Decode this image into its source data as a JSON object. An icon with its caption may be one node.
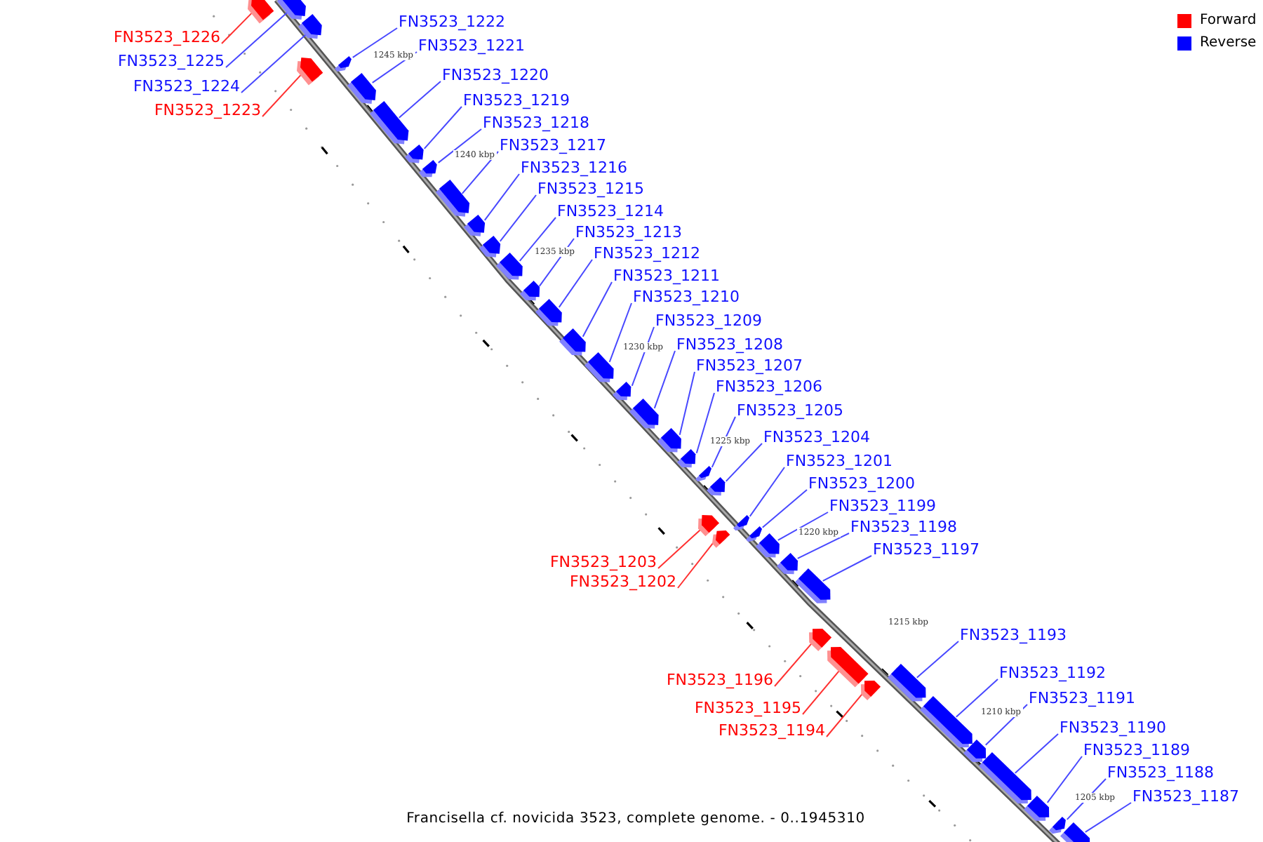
{
  "diagram": {
    "caption": "Francisella cf. novicida 3523, complete genome. - 0..1945310",
    "nodes": [
      {
        "text": [
          "FN3523_1226"
        ]
      },
      {
        "text": [],
        "shape": "arrow"
      },
      {
        "text": [
          "FN3523_1225"
        ]
      },
      {
        "text": [],
        "shape": "arrow"
      },
      {
        "text": [
          "FN3523_1224"
        ]
      },
      {
        "text": [],
        "shape": "arrow"
      },
      {
        "text": [
          "FN3523_1223"
        ]
      },
      {
        "text": [],
        "shape": "arrow"
      },
      {
        "text": [
          "FN3523_1222"
        ]
      },
      {
        "text": [],
        "shape": "arrow"
      },
      {
        "text": [
          "FN3523_1221"
        ]
      },
      {
        "text": [],
        "shape": "arrow"
      },
      {
        "text": [
          "FN3523_1220"
        ]
      },
      {
        "text": [],
        "shape": "arrow"
      },
      {
        "text": [
          "FN3523_1219"
        ]
      },
      {
        "text": [],
        "shape": "arrow"
      },
      {
        "text": [
          "FN3523_1218"
        ]
      },
      {
        "text": [],
        "shape": "arrow"
      },
      {
        "text": [
          "FN3523_1217"
        ]
      },
      {
        "text": [],
        "shape": "arrow"
      },
      {
        "text": [
          "FN3523_1216"
        ]
      },
      {
        "text": [],
        "shape": "arrow"
      },
      {
        "text": [
          "FN3523_1215"
        ]
      },
      {
        "text": [],
        "shape": "arrow"
      },
      {
        "text": [
          "FN3523_1214"
        ]
      },
      {
        "text": [],
        "shape": "arrow"
      },
      {
        "text": [
          "FN3523_1213"
        ]
      },
      {
        "text": [],
        "shape": "arrow"
      },
      {
        "text": [
          "FN3523_1212"
        ]
      },
      {
        "text": [],
        "shape": "arrow"
      },
      {
        "text": [
          "FN3523_1211"
        ]
      },
      {
        "text": [],
        "shape": "arrow"
      },
      {
        "text": [
          "FN3523_1210"
        ]
      },
      {
        "text": [],
        "shape": "arrow"
      },
      {
        "text": [
          "FN3523_1209"
        ]
      },
      {
        "text": [],
        "shape": "arrow"
      },
      {
        "text": [
          "FN3523_1208"
        ]
      },
      {
        "text": [],
        "shape": "arrow"
      },
      {
        "text": [
          "FN3523_1207"
        ]
      },
      {
        "text": [],
        "shape": "arrow"
      },
      {
        "text": [
          "FN3523_1206"
        ]
      },
      {
        "text": [],
        "shape": "arrow"
      },
      {
        "text": [
          "FN3523_1205"
        ]
      },
      {
        "text": [],
        "shape": "arrow"
      },
      {
        "text": [
          "FN3523_1204"
        ]
      },
      {
        "text": [],
        "shape": "arrow"
      },
      {
        "text": [
          "FN3523_1203"
        ]
      },
      {
        "text": [],
        "shape": "arrow"
      },
      {
        "text": [
          "FN3523_1202"
        ]
      },
      {
        "text": [],
        "shape": "arrow"
      },
      {
        "text": [
          "FN3523_1201"
        ]
      },
      {
        "text": [],
        "shape": "arrow"
      },
      {
        "text": [
          "FN3523_1200"
        ]
      },
      {
        "text": [],
        "shape": "arrow"
      },
      {
        "text": [
          "FN3523_1199"
        ]
      },
      {
        "text": [],
        "shape": "arrow"
      },
      {
        "text": [
          "FN3523_1198"
        ]
      },
      {
        "text": [],
        "shape": "arrow"
      },
      {
        "text": [
          "FN3523_1197"
        ]
      },
      {
        "text": [],
        "shape": "arrow"
      },
      {
        "text": [
          "FN3523_1196"
        ]
      },
      {
        "text": [],
        "shape": "arrow"
      },
      {
        "text": [
          "FN3523_1195"
        ]
      },
      {
        "text": [],
        "shape": "arrow"
      },
      {
        "text": [
          "FN3523_1194"
        ]
      },
      {
        "text": [],
        "shape": "arrow"
      },
      {
        "text": [
          "FN3523_1193"
        ]
      },
      {
        "text": [],
        "shape": "arrow"
      },
      {
        "text": [
          "FN3523_1192"
        ]
      },
      {
        "text": [],
        "shape": "arrow"
      },
      {
        "text": [
          "FN3523_1191"
        ]
      },
      {
        "text": [],
        "shape": "arrow"
      },
      {
        "text": [
          "FN3523_1190"
        ]
      },
      {
        "text": [],
        "shape": "arrow"
      },
      {
        "text": [
          "FN3523_1189"
        ]
      },
      {
        "text": [],
        "shape": "arrow"
      },
      {
        "text": [
          "FN3523_1188"
        ]
      },
      {
        "text": [],
        "shape": "arrow"
      },
      {
        "text": [
          "FN3523_1187"
        ]
      },
      {
        "text": [],
        "shape": "arrow"
      }
    ],
    "edges": [
      {
        "from": 0,
        "to": 1,
        "arrow": "none",
        "color": "#ff3030"
      },
      {
        "from": 2,
        "to": 3,
        "arrow": "none"
      },
      {
        "from": 4,
        "to": 5,
        "arrow": "none"
      },
      {
        "from": 6,
        "to": 7,
        "arrow": "none",
        "color": "#ff3030"
      },
      {
        "from": 8,
        "to": 9,
        "arrow": "none"
      },
      {
        "from": 10,
        "to": 11,
        "arrow": "none"
      },
      {
        "from": 12,
        "to": 13,
        "arrow": "none"
      },
      {
        "from": 14,
        "to": 15,
        "arrow": "none"
      },
      {
        "from": 16,
        "to": 17,
        "arrow": "none"
      },
      {
        "from": 18,
        "to": 19,
        "arrow": "none"
      },
      {
        "from": 20,
        "to": 21,
        "arrow": "none"
      },
      {
        "from": 22,
        "to": 23,
        "arrow": "none"
      },
      {
        "from": 24,
        "to": 25,
        "arrow": "none"
      },
      {
        "from": 26,
        "to": 27,
        "arrow": "none"
      },
      {
        "from": 28,
        "to": 29,
        "arrow": "none"
      },
      {
        "from": 30,
        "to": 31,
        "arrow": "none"
      },
      {
        "from": 32,
        "to": 33,
        "arrow": "none"
      },
      {
        "from": 34,
        "to": 35,
        "arrow": "none"
      },
      {
        "from": 36,
        "to": 37,
        "arrow": "none"
      },
      {
        "from": 38,
        "to": 39,
        "arrow": "none"
      },
      {
        "from": 40,
        "to": 41,
        "arrow": "none"
      },
      {
        "from": 42,
        "to": 43,
        "arrow": "none"
      },
      {
        "from": 44,
        "to": 45,
        "arrow": "none"
      },
      {
        "from": 46,
        "to": 47,
        "arrow": "none",
        "color": "#ff3030"
      },
      {
        "from": 48,
        "to": 49,
        "arrow": "none",
        "color": "#ff3030"
      },
      {
        "from": 50,
        "to": 51,
        "arrow": "none"
      },
      {
        "from": 52,
        "to": 53,
        "arrow": "none"
      },
      {
        "from": 54,
        "to": 55,
        "arrow": "none"
      },
      {
        "from": 56,
        "to": 57,
        "arrow": "none"
      },
      {
        "from": 58,
        "to": 59,
        "arrow": "none"
      },
      {
        "from": 60,
        "to": 61,
        "arrow": "none",
        "color": "#ff3030"
      },
      {
        "from": 62,
        "to": 63,
        "arrow": "none",
        "color": "#ff3030"
      },
      {
        "from": 64,
        "to": 65,
        "arrow": "none",
        "color": "#ff3030"
      },
      {
        "from": 66,
        "to": 67,
        "arrow": "none"
      },
      {
        "from": 68,
        "to": 69,
        "arrow": "none"
      },
      {
        "from": 70,
        "to": 71,
        "arrow": "none"
      },
      {
        "from": 72,
        "to": 73,
        "arrow": "none"
      },
      {
        "from": 74,
        "to": 75,
        "arrow": "none"
      },
      {
        "from": 76,
        "to": 77,
        "arrow": "none"
      },
      {
        "from": 78,
        "to": 79,
        "arrow": "none"
      }
    ],
    "labels": [
      "1245 kbp",
      "1240 kbp",
      "1235 kbp",
      "1230 kbp",
      "1225 kbp",
      "1220 kbp",
      "1215 kbp",
      "1210 kbp",
      "1205 kbp"
    ],
    "legend": [
      {
        "text": "Forward",
        "color": "#ff0000"
      },
      {
        "text": "Reverse",
        "color": "#0000ff"
      }
    ]
  }
}
